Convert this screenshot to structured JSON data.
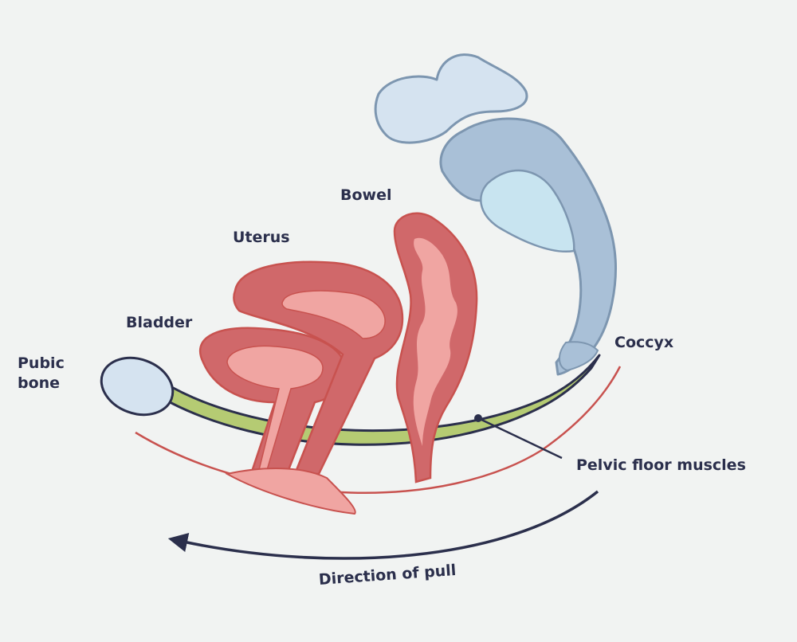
{
  "labels": {
    "pubic_bone_line1": "Pubic",
    "pubic_bone_line2": "bone",
    "bladder": "Bladder",
    "uterus": "Uterus",
    "bowel": "Bowel",
    "coccyx": "Coccyx",
    "pelvic_floor_muscles": "Pelvic floor muscles",
    "direction_of_pull": "Direction of pull"
  },
  "colors": {
    "background": "#f1f3f2",
    "label_text": "#2b2f4c",
    "muscle_green": "#b5cb73",
    "outline_dark": "#2b2f4c",
    "organ_dark_red": "#d0686a",
    "organ_light_pink": "#f0a5a2",
    "organ_outline": "#c8524f",
    "bone_light_blue": "#d5e3f0",
    "spine_blue": "#a9c0d7",
    "arrow": "#2b2f4c"
  }
}
